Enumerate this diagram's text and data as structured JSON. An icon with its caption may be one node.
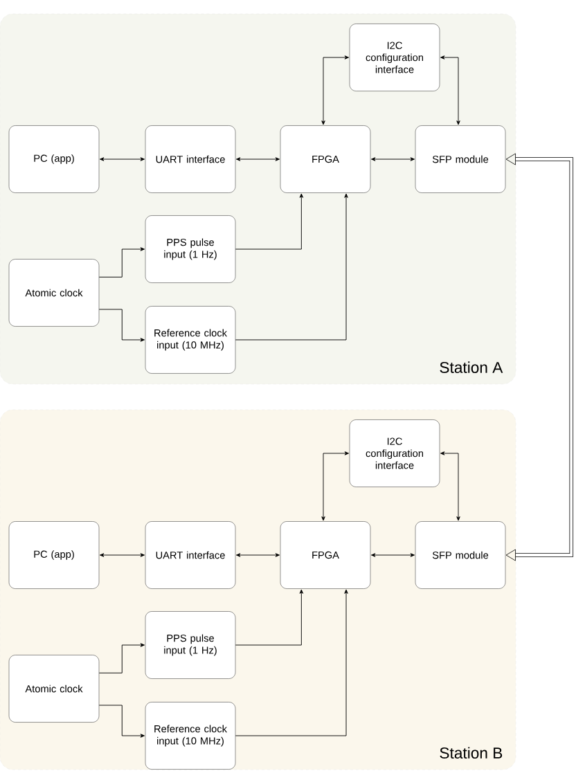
{
  "diagram": {
    "nodes": [
      {
        "text": [
          "Station A"
        ]
      },
      {
        "text": [
          "I2C configuration interface"
        ],
        "in": 0
      },
      {
        "text": [
          "PC (app)"
        ],
        "in": 0
      },
      {
        "text": [
          "UART interface"
        ],
        "in": 0
      },
      {
        "text": [
          "FPGA"
        ],
        "in": 0
      },
      {
        "text": [
          "SFP module"
        ],
        "in": 0
      },
      {
        "text": [
          "PPS pulse input (1 Hz)"
        ],
        "in": 0
      },
      {
        "text": [
          "Atomic clock"
        ],
        "in": 0
      },
      {
        "text": [
          "Reference clock input (10 MHz)"
        ],
        "in": 0
      },
      {
        "text": [
          "Station B"
        ]
      },
      {
        "text": [
          "I2C configuration interface"
        ],
        "in": 9
      },
      {
        "text": [
          "PC (app)"
        ],
        "in": 9
      },
      {
        "text": [
          "UART interface"
        ],
        "in": 9
      },
      {
        "text": [
          "FPGA"
        ],
        "in": 9
      },
      {
        "text": [
          "SFP module"
        ],
        "in": 9
      },
      {
        "text": [
          "PPS pulse input (1 Hz)"
        ],
        "in": 9
      },
      {
        "text": [
          "Atomic clock"
        ],
        "in": 9
      },
      {
        "text": [
          "Reference clock input (10 MHz)"
        ],
        "in": 9
      }
    ],
    "edges": [
      {
        "from": 2,
        "to": 3,
        "arrow": "both"
      },
      {
        "from": 3,
        "to": 4,
        "arrow": "both"
      },
      {
        "from": 4,
        "to": 5,
        "arrow": "both"
      },
      {
        "from": 4,
        "to": 1,
        "arrow": "both"
      },
      {
        "from": 1,
        "to": 5,
        "arrow": "both"
      },
      {
        "from": 7,
        "to": 6,
        "arrow": "to"
      },
      {
        "from": 7,
        "to": 8,
        "arrow": "to"
      },
      {
        "from": 6,
        "to": 4,
        "arrow": "to"
      },
      {
        "from": 8,
        "to": 4,
        "arrow": "to"
      },
      {
        "from": 11,
        "to": 12,
        "arrow": "both"
      },
      {
        "from": 12,
        "to": 13,
        "arrow": "both"
      },
      {
        "from": 13,
        "to": 14,
        "arrow": "both"
      },
      {
        "from": 13,
        "to": 10,
        "arrow": "both"
      },
      {
        "from": 10,
        "to": 14,
        "arrow": "both"
      },
      {
        "from": 16,
        "to": 15,
        "arrow": "to"
      },
      {
        "from": 16,
        "to": 17,
        "arrow": "to"
      },
      {
        "from": 15,
        "to": 13,
        "arrow": "to"
      },
      {
        "from": 17,
        "to": 13,
        "arrow": "to"
      },
      {
        "from": 5,
        "to": 14,
        "arrow": "both",
        "style": "thick"
      }
    ]
  }
}
